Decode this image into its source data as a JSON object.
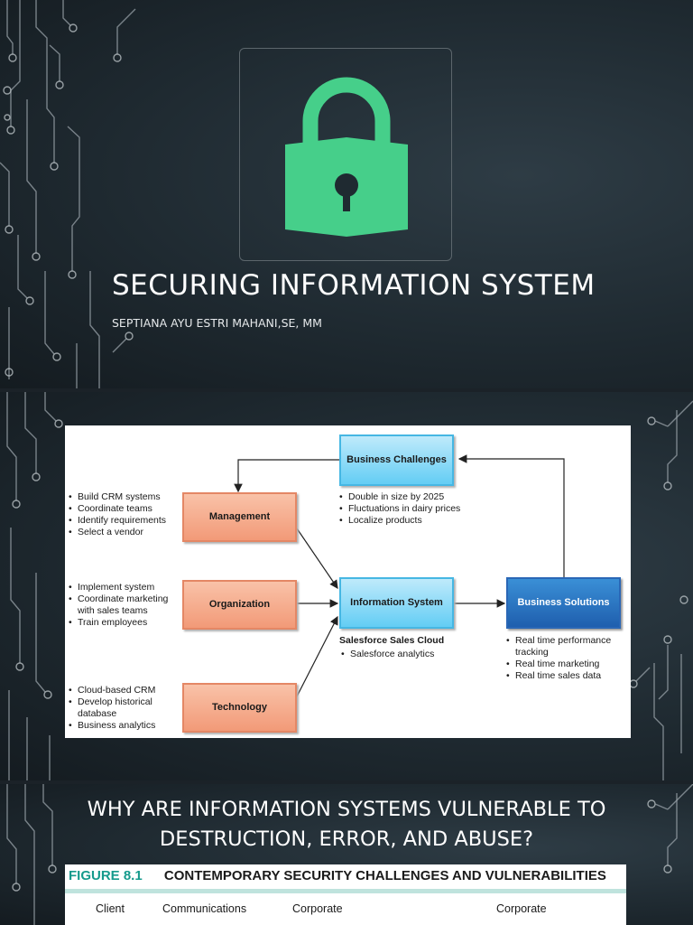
{
  "slide1": {
    "title": "SECURING INFORMATION SYSTEM",
    "subtitle": "SEPTIANA AYU ESTRI MAHANI,SE, MM",
    "icon": "padlock-icon",
    "icon_color": "#46cf8a"
  },
  "slide2": {
    "diagram": {
      "business_challenges": "Business Challenges",
      "challenges": [
        "Double in size by 2025",
        "Fluctuations in dairy prices",
        "Localize products"
      ],
      "management": "Management",
      "management_items": [
        "Build CRM systems",
        "Coordinate teams",
        "Identify requirements",
        "Select a vendor"
      ],
      "organization": "Organization",
      "organization_items": [
        "Implement system",
        "Coordinate marketing with sales teams",
        "Train employees"
      ],
      "technology": "Technology",
      "technology_items": [
        "Cloud-based CRM",
        "Develop historical database",
        "Business analytics"
      ],
      "information_system": "Information System",
      "is_product": "Salesforce Sales Cloud",
      "is_items": [
        "Salesforce analytics"
      ],
      "business_solutions": "Business Solutions",
      "solutions": [
        "Real time performance tracking",
        "Real time marketing",
        "Real time sales data"
      ]
    }
  },
  "slide3": {
    "title": "WHY ARE INFORMATION SYSTEMS VULNERABLE TO DESTRUCTION, ERROR, AND ABUSE?",
    "figure_number": "FIGURE 8.1",
    "figure_title": "CONTEMPORARY SECURITY CHALLENGES AND VULNERABILITIES",
    "columns": [
      "Client",
      "Communications",
      "Corporate",
      "Corporate"
    ]
  },
  "colors": {
    "background": "#1f2a31",
    "circuit": "#9aa3a9",
    "figure_accent": "#159a8c"
  }
}
